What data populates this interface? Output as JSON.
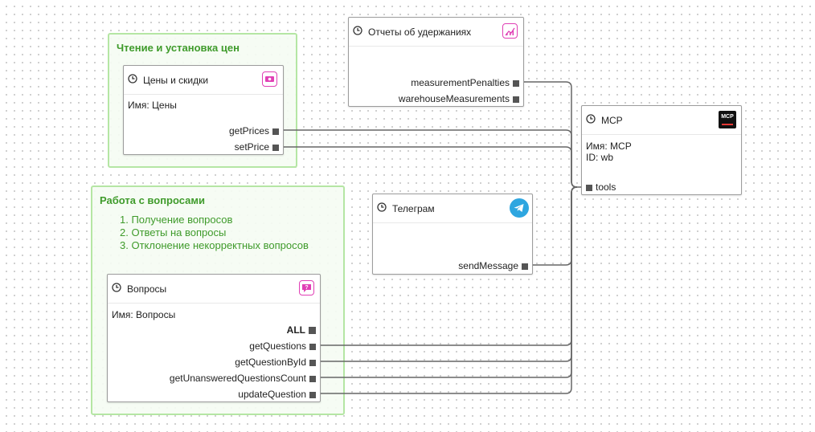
{
  "groups": {
    "prices": {
      "title": "Чтение и установка цен"
    },
    "questions": {
      "title": "Работа с вопросами",
      "list": [
        "1. Получение вопросов",
        "2. Ответы на вопросы",
        "3. Отклонение некорректных вопросов"
      ]
    }
  },
  "nodes": {
    "reports": {
      "title": "Отчеты об удержаниях",
      "badge_icon": "chart-icon",
      "ports": [
        "measurementPenalties",
        "warehouseMeasurements"
      ]
    },
    "prices": {
      "title": "Цены и скидки",
      "badge_icon": "money-icon",
      "name": "Имя: Цены",
      "ports": [
        "getPrices",
        "setPrice"
      ]
    },
    "mcp": {
      "title": "MCP",
      "badge_text": "MCP",
      "name": "Имя: MCP",
      "id": "ID: wb",
      "input_port": "tools"
    },
    "telegram": {
      "title": "Телеграм",
      "badge_icon": "telegram-icon",
      "ports": [
        "sendMessage"
      ]
    },
    "questions": {
      "title": "Вопросы",
      "badge_icon": "question-chat-icon",
      "name": "Имя: Вопросы",
      "ports": [
        "ALL",
        "getQuestions",
        "getQuestionById",
        "getUnansweredQuestionsCount",
        "updateQuestion"
      ]
    }
  },
  "colors": {
    "accent_green": "#3f9b2b",
    "group_border": "#b5e6a4",
    "badge_pink": "#e040b5",
    "wire": "#666666",
    "telegram_blue": "#2ea6e0"
  }
}
